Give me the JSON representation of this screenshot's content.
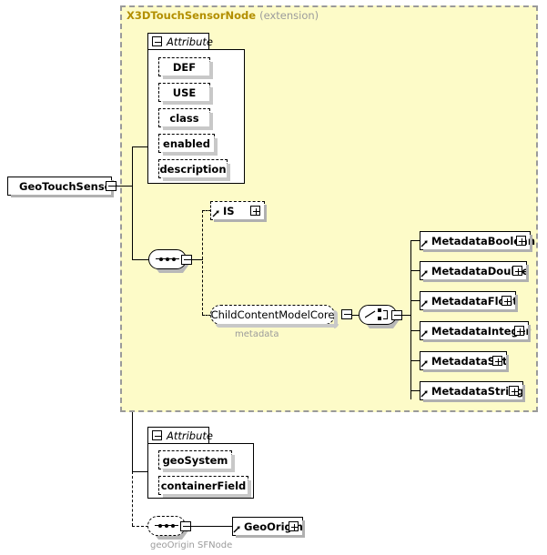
{
  "diagram": {
    "type": "xml-schema-element-diagram",
    "root_element": {
      "label": "GeoTouchSensor",
      "expand": "collapse-icon"
    },
    "extension_region": {
      "name": "X3DTouchSensorNode",
      "qualifier": "(extension)",
      "fill_color": "#fdfbc8",
      "border_color": "#9a9a9a",
      "label_color": "#b38f00"
    },
    "primary_attribute_group": {
      "header": "Attribute",
      "toggle": "collapse-icon",
      "items": [
        {
          "label": "DEF"
        },
        {
          "label": "USE"
        },
        {
          "label": "class"
        },
        {
          "label": "enabled"
        },
        {
          "label": "description"
        }
      ]
    },
    "primary_sequence": {
      "symbol": "sequence-compositor"
    },
    "children": [
      {
        "label": "IS",
        "style": "optional-dashed",
        "expand": "expand-icon"
      },
      {
        "label": "ChildContentModelCore",
        "style": "group-reference",
        "caption": "metadata",
        "toggle": "collapse-icon"
      }
    ],
    "metadata_choice": {
      "symbol": "choice-compositor",
      "toggle": "collapse-icon"
    },
    "metadata_nodes": [
      {
        "label": "MetadataBoolean",
        "expand": "expand-icon",
        "width": 122
      },
      {
        "label": "MetadataDouble",
        "expand": "expand-icon",
        "width": 118
      },
      {
        "label": "MetadataFloat",
        "expand": "expand-icon",
        "width": 106
      },
      {
        "label": "MetadataInteger",
        "expand": "expand-icon",
        "width": 120
      },
      {
        "label": "MetadataSet",
        "expand": "expand-icon",
        "width": 96
      },
      {
        "label": "MetadataString",
        "expand": "expand-icon",
        "width": 114
      }
    ],
    "secondary_attribute_group": {
      "header": "Attribute",
      "toggle": "collapse-icon",
      "items": [
        {
          "label": "geoSystem"
        },
        {
          "label": "containerField"
        }
      ]
    },
    "secondary_sequence": {
      "symbol": "sequence-compositor",
      "caption": "geoOrigin SFNode",
      "toggle": "collapse-icon"
    },
    "geo_origin": {
      "label": "GeoOrigin",
      "expand": "expand-icon"
    }
  }
}
